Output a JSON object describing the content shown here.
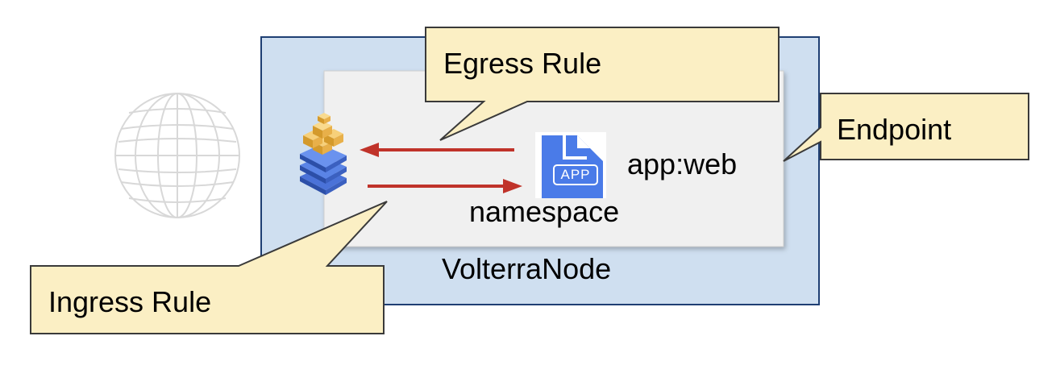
{
  "labels": {
    "node": "VolterraNode",
    "namespace": "namespace",
    "app": "app:web",
    "app_icon_text": "APP"
  },
  "callouts": {
    "egress": "Egress Rule",
    "endpoint": "Endpoint",
    "ingress": "Ingress Rule"
  },
  "icons": [
    "globe-icon",
    "stack-cluster-icon",
    "app-file-icon",
    "egress-arrow",
    "ingress-arrow"
  ],
  "colors": {
    "node_fill": "#cfdff0",
    "node_border": "#1f3f73",
    "namespace_fill": "#f0f0f0",
    "callout_fill": "#fbefc4",
    "callout_border": "#3a3a3a",
    "arrow": "#c0332a",
    "app_icon": "#4a7be8",
    "globe": "#d8d8d8"
  }
}
